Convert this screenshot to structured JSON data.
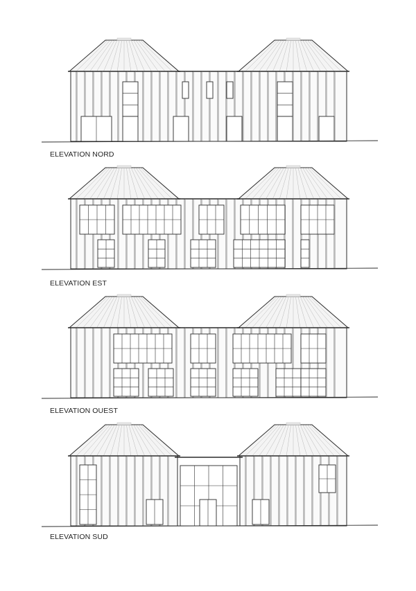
{
  "document": {
    "elevations": [
      {
        "id": "nord",
        "label": "ELEVATION NORD"
      },
      {
        "id": "est",
        "label": "ELEVATION EST"
      },
      {
        "id": "ouest",
        "label": "ELEVATION OUEST"
      },
      {
        "id": "sud",
        "label": "ELEVATION SUD"
      }
    ]
  },
  "colors": {
    "line": "#2a2a2a",
    "roof_fill": "#f4f4f4",
    "glass": "#ffffff",
    "panel": "#fafafa"
  }
}
